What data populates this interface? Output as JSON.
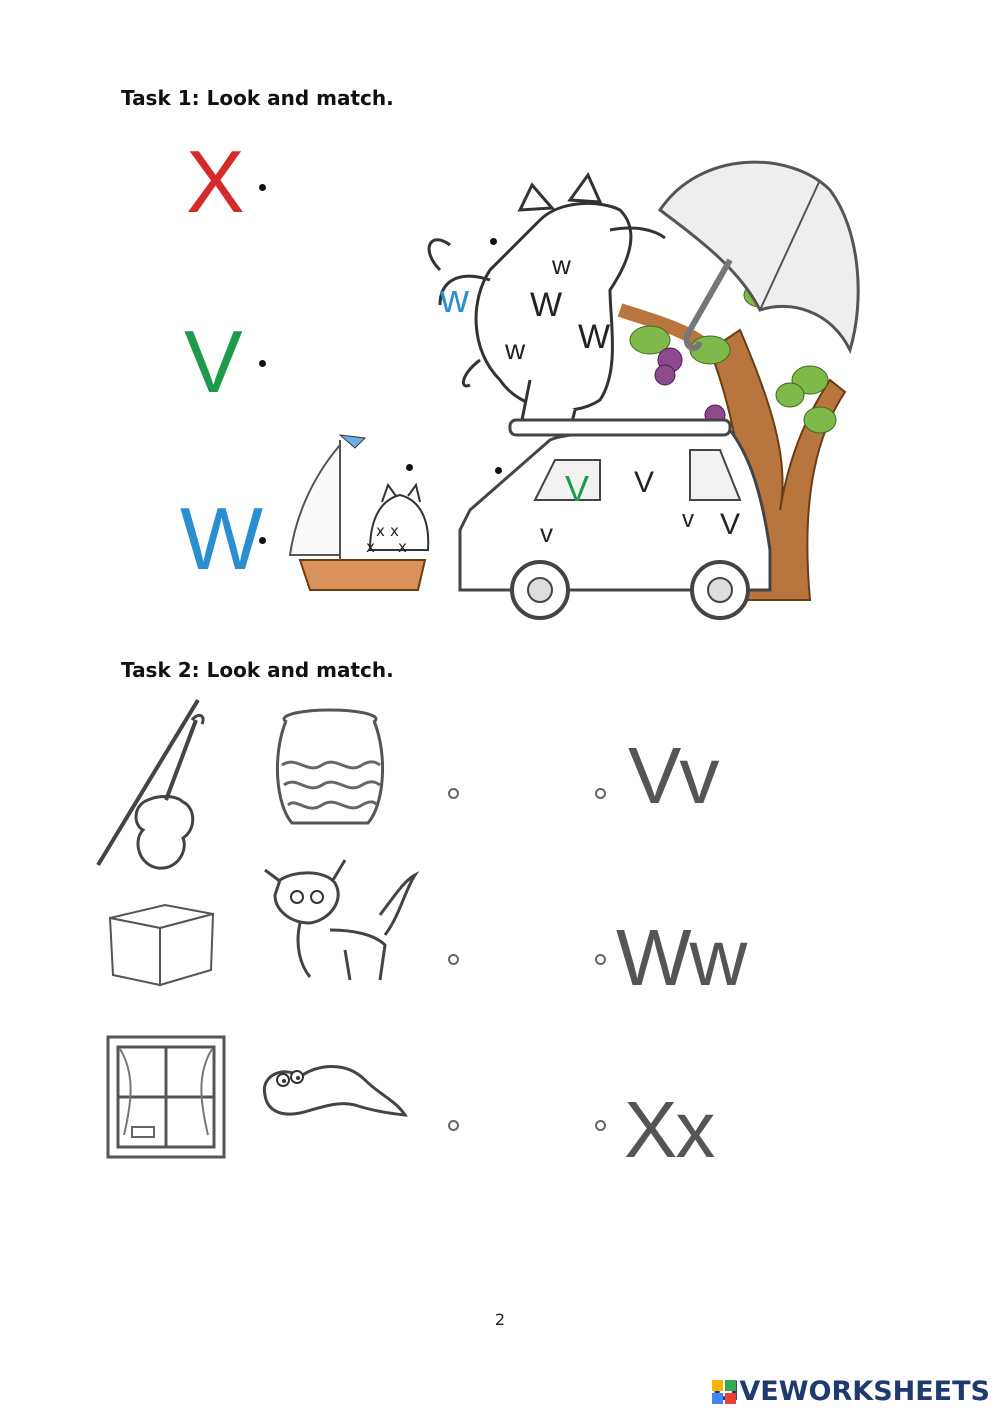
{
  "task1": {
    "title": "Task 1: Look and match.",
    "letters": [
      {
        "text": "X",
        "color": "#d42a2a"
      },
      {
        "text": "V",
        "color": "#1f9a4a"
      },
      {
        "text": "W",
        "color": "#2a8fd0"
      }
    ],
    "scene_letters": {
      "cat_w_blue": "w",
      "cat_ws": [
        "w",
        "W",
        "W",
        "w"
      ],
      "van_v_green": "V",
      "van_vs": [
        "V",
        "v",
        "v",
        "V"
      ],
      "boat_xs": [
        "x",
        "x",
        "x",
        "x"
      ]
    }
  },
  "task2": {
    "title": "Task 2: Look and match.",
    "pictures": [
      "violin-icon",
      "vase-icon",
      "box-icon",
      "fox-icon",
      "window-icon",
      "worm-icon"
    ],
    "letter_pairs": [
      "Vv",
      "Ww",
      "Xx"
    ]
  },
  "page_number": "2",
  "brand": "LIVEWORKSHEETS",
  "colors": {
    "red": "#d42a2a",
    "green": "#1f9a4a",
    "blue": "#2a8fd0",
    "brand": "#1e3a6e"
  }
}
